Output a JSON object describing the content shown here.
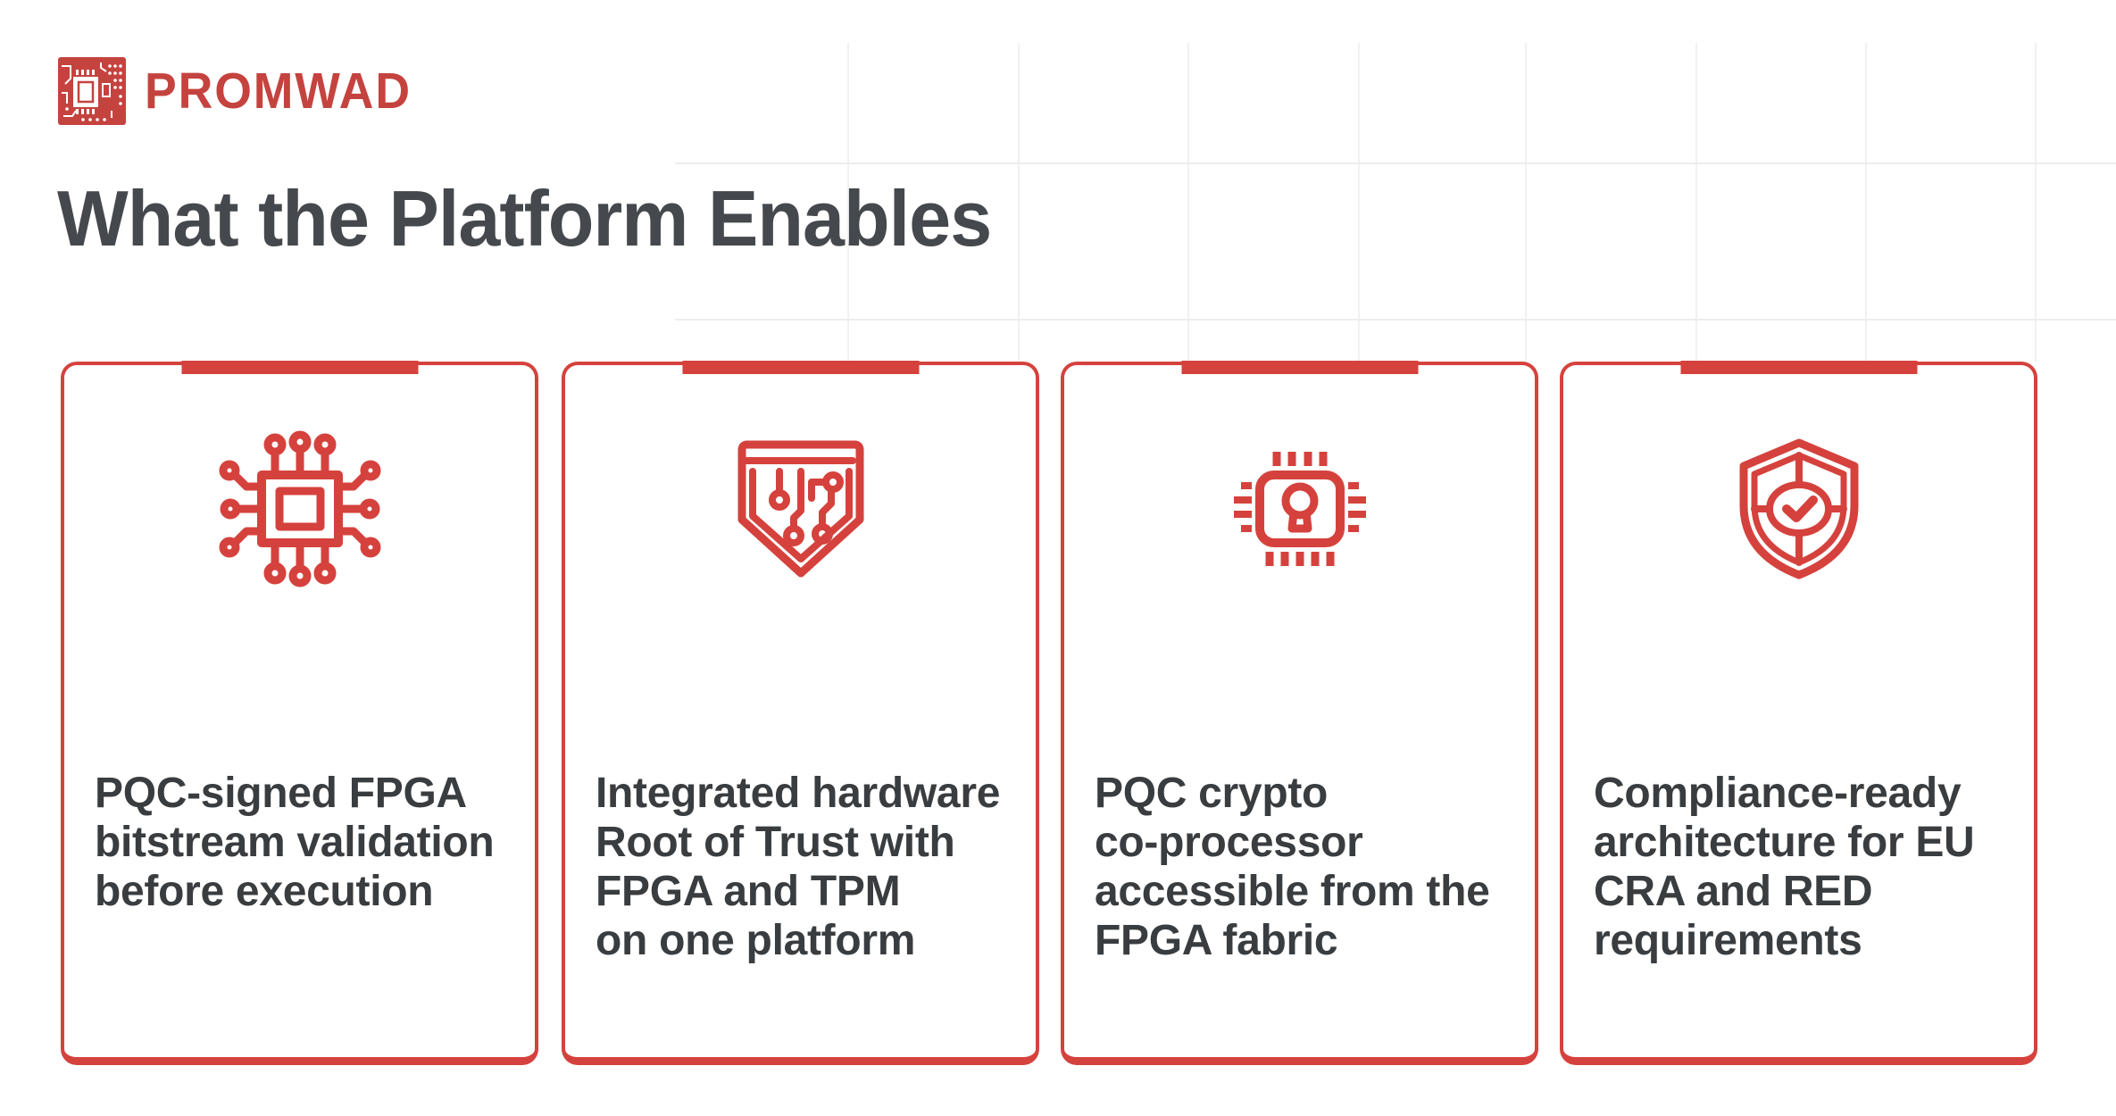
{
  "brand": {
    "name": "PROMWAD"
  },
  "title": "What the Platform Enables",
  "colors": {
    "accent_red": "#d5423d",
    "logo_red": "#c5433f",
    "title_gray": "#45484c",
    "body_gray": "#3a3d40",
    "grid_gray": "#f1f1f2",
    "card_background": "#ffffff"
  },
  "cards": [
    {
      "icon": "chip-circuit-icon",
      "lines": [
        "PQC-signed FPGA",
        "bitstream validation",
        "before execution"
      ]
    },
    {
      "icon": "shield-circuit-icon",
      "lines": [
        "Integrated hardware",
        "Root of Trust with",
        "FPGA and TPM",
        "on one platform"
      ]
    },
    {
      "icon": "chip-keyhole-icon",
      "lines": [
        "PQC crypto",
        "co-processor",
        "accessible from the",
        "FPGA fabric"
      ]
    },
    {
      "icon": "shield-check-icon",
      "lines": [
        "Compliance-ready",
        "architecture for EU",
        "CRA and RED",
        "requirements"
      ]
    }
  ]
}
